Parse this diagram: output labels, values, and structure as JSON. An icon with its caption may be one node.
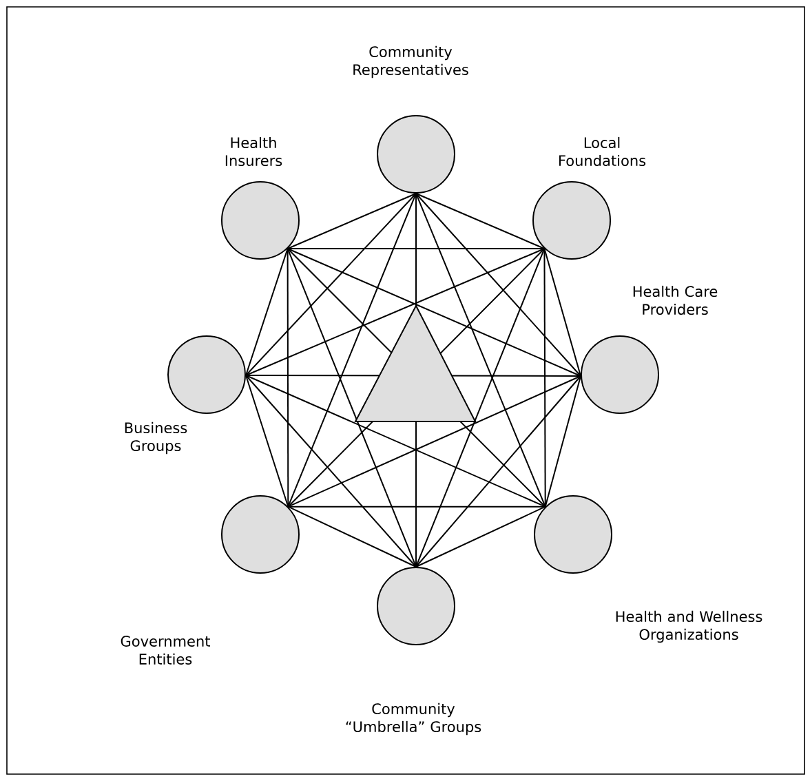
{
  "diagram": {
    "nodes": [
      {
        "text": [
          "Community Representatives"
        ]
      },
      {
        "text": [
          "Health Insurers"
        ]
      },
      {
        "text": [
          "Local Foundations"
        ]
      },
      {
        "text": [
          "Health Care Providers"
        ]
      },
      {
        "text": [
          "Business Groups"
        ]
      },
      {
        "text": [
          "Health and Wellness Organizations"
        ]
      },
      {
        "text": [
          "Government Entities"
        ]
      },
      {
        "text": [
          "Community “Umbrella” Groups"
        ]
      }
    ],
    "edges": [
      {
        "from": 0,
        "to": 1,
        "arrow": "none"
      },
      {
        "from": 0,
        "to": 2,
        "arrow": "none"
      },
      {
        "from": 0,
        "to": 3,
        "arrow": "none"
      },
      {
        "from": 0,
        "to": 4,
        "arrow": "none"
      },
      {
        "from": 0,
        "to": 5,
        "arrow": "none"
      },
      {
        "from": 0,
        "to": 6,
        "arrow": "none"
      },
      {
        "from": 0,
        "to": 7,
        "arrow": "none"
      },
      {
        "from": 1,
        "to": 2,
        "arrow": "none"
      },
      {
        "from": 1,
        "to": 3,
        "arrow": "none"
      },
      {
        "from": 1,
        "to": 4,
        "arrow": "none"
      },
      {
        "from": 1,
        "to": 5,
        "arrow": "none"
      },
      {
        "from": 1,
        "to": 6,
        "arrow": "none"
      },
      {
        "from": 1,
        "to": 7,
        "arrow": "none"
      },
      {
        "from": 2,
        "to": 3,
        "arrow": "none"
      },
      {
        "from": 2,
        "to": 4,
        "arrow": "none"
      },
      {
        "from": 2,
        "to": 5,
        "arrow": "none"
      },
      {
        "from": 2,
        "to": 6,
        "arrow": "none"
      },
      {
        "from": 2,
        "to": 7,
        "arrow": "none"
      },
      {
        "from": 3,
        "to": 4,
        "arrow": "none"
      },
      {
        "from": 3,
        "to": 5,
        "arrow": "none"
      },
      {
        "from": 3,
        "to": 6,
        "arrow": "none"
      },
      {
        "from": 3,
        "to": 7,
        "arrow": "none"
      },
      {
        "from": 4,
        "to": 5,
        "arrow": "none"
      },
      {
        "from": 4,
        "to": 6,
        "arrow": "none"
      },
      {
        "from": 4,
        "to": 7,
        "arrow": "none"
      },
      {
        "from": 5,
        "to": 6,
        "arrow": "none"
      },
      {
        "from": 5,
        "to": 7,
        "arrow": "none"
      },
      {
        "from": 6,
        "to": 7,
        "arrow": "none"
      }
    ]
  }
}
